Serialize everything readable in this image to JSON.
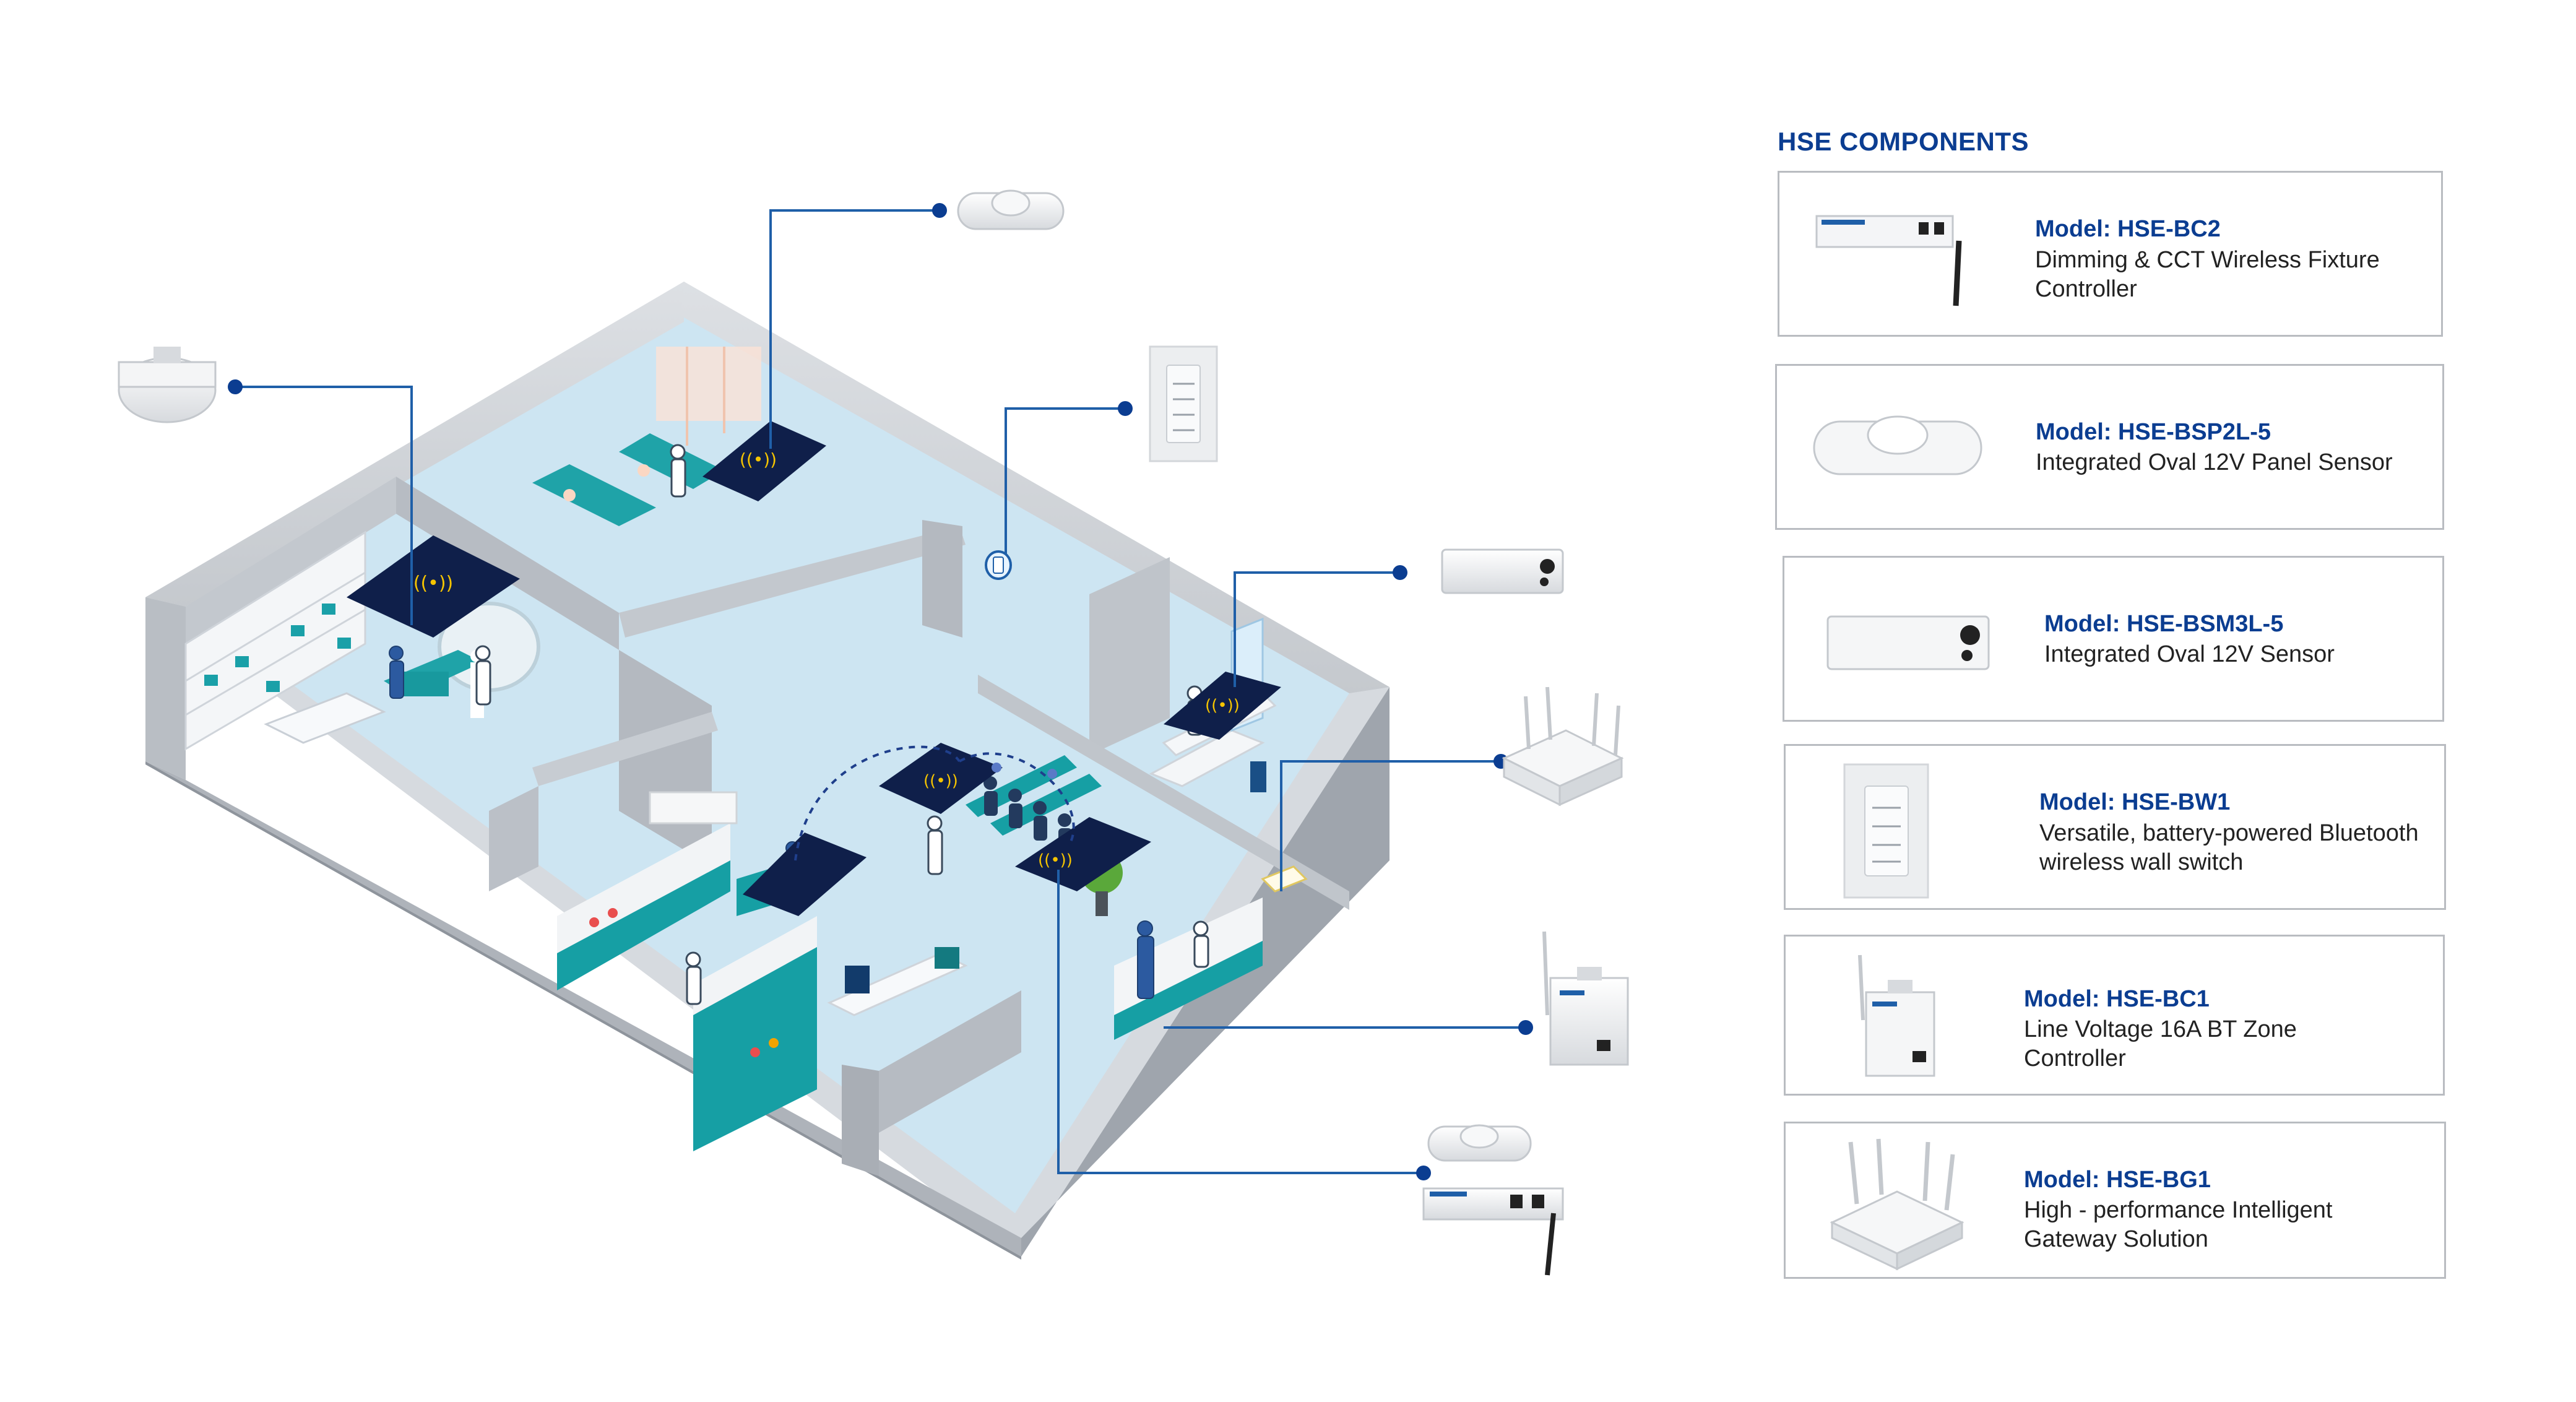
{
  "heading": "HSE COMPONENTS",
  "components": [
    {
      "model": "Model: HSE-BC2",
      "desc": "Dimming & CCT Wireless Fixture Controller",
      "icon": "fixture-controller-icon"
    },
    {
      "model": "Model: HSE-BSP2L-5",
      "desc": "Integrated Oval 12V Panel Sensor",
      "icon": "oval-panel-sensor-icon"
    },
    {
      "model": "Model: HSE-BSM3L-5",
      "desc": "Integrated Oval 12V Sensor",
      "icon": "oval-sensor-icon"
    },
    {
      "model": "Model: HSE-BW1",
      "desc": "Versatile, battery-powered Bluetooth wireless wall switch",
      "icon": "wall-switch-icon"
    },
    {
      "model": "Model: HSE-BC1",
      "desc": "Line Voltage 16A BT Zone Controller",
      "icon": "zone-controller-icon"
    },
    {
      "model": "Model: HSE-BG1",
      "desc": "High - performance Intelligent Gateway Solution",
      "icon": "gateway-icon"
    }
  ],
  "colors": {
    "accent": "#0b3d91",
    "connector": "#1f5fa8",
    "floor": "#cfe6f3",
    "wall": "#c8ccd1",
    "furniture_teal": "#14a0a4",
    "panel_dark": "#0f1f4a",
    "signal": "#f5c400"
  }
}
